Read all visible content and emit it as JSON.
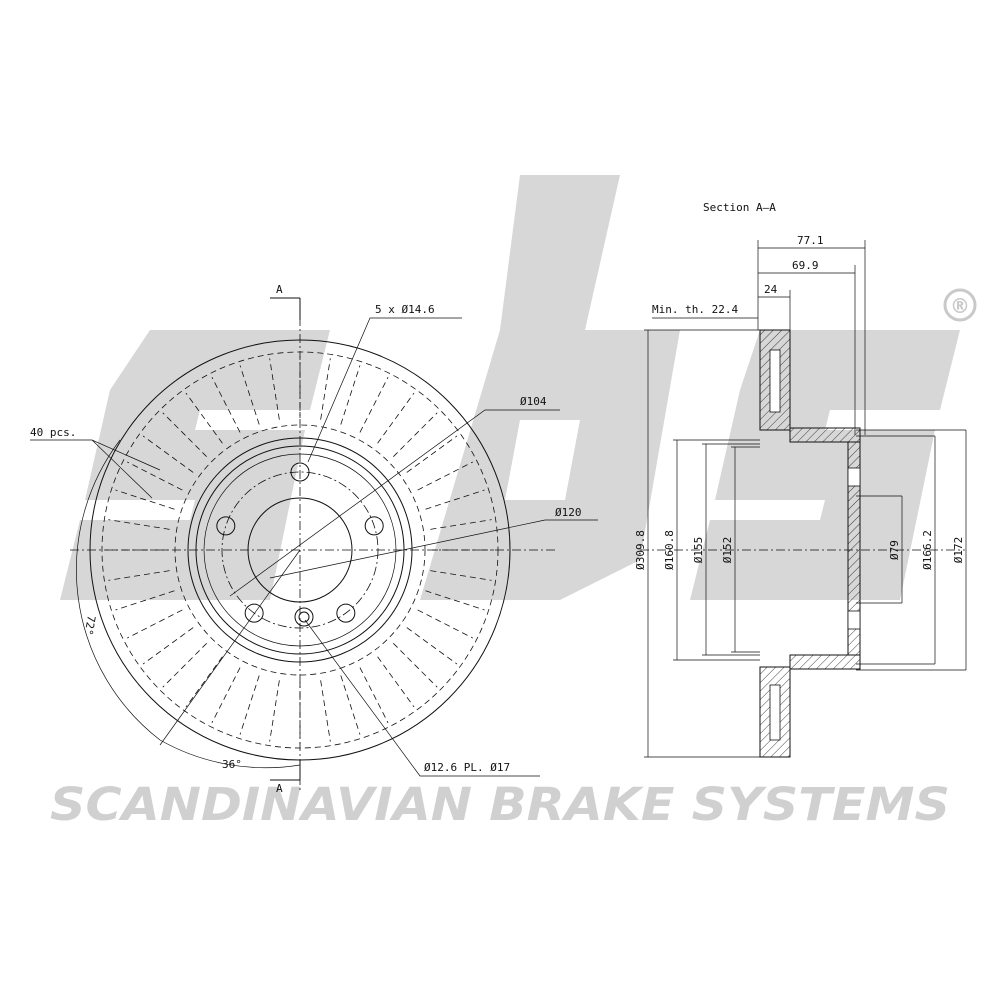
{
  "brand": {
    "wordmark": "sbs",
    "registered_mark": "®",
    "company": "SCANDINAVIAN BRAKE SYSTEMS",
    "watermark_color": "#d3d3d3"
  },
  "front_view": {
    "section_marker_top": "A",
    "section_marker_bottom": "A",
    "bolt_holes_label": "5 x Ø14.6",
    "vanes_label": "40 pcs.",
    "pcd_label": "Ø104",
    "center_bore_label": "Ø120",
    "pin_hole_label": "Ø12.6 PL. Ø17",
    "angle_72_label": "72°",
    "angle_36_label": "36°"
  },
  "section_view": {
    "title": "Section A–A",
    "overall_height": "77.1",
    "hat_height": "69.9",
    "thickness": "24",
    "min_thickness": "Min. th. 22.4",
    "outer_diameter": "Ø309.8",
    "d_160_8": "Ø160.8",
    "d_155": "Ø155",
    "d_152": "Ø152",
    "d_79": "Ø79",
    "d_166_2": "Ø166.2",
    "d_172": "Ø172"
  }
}
